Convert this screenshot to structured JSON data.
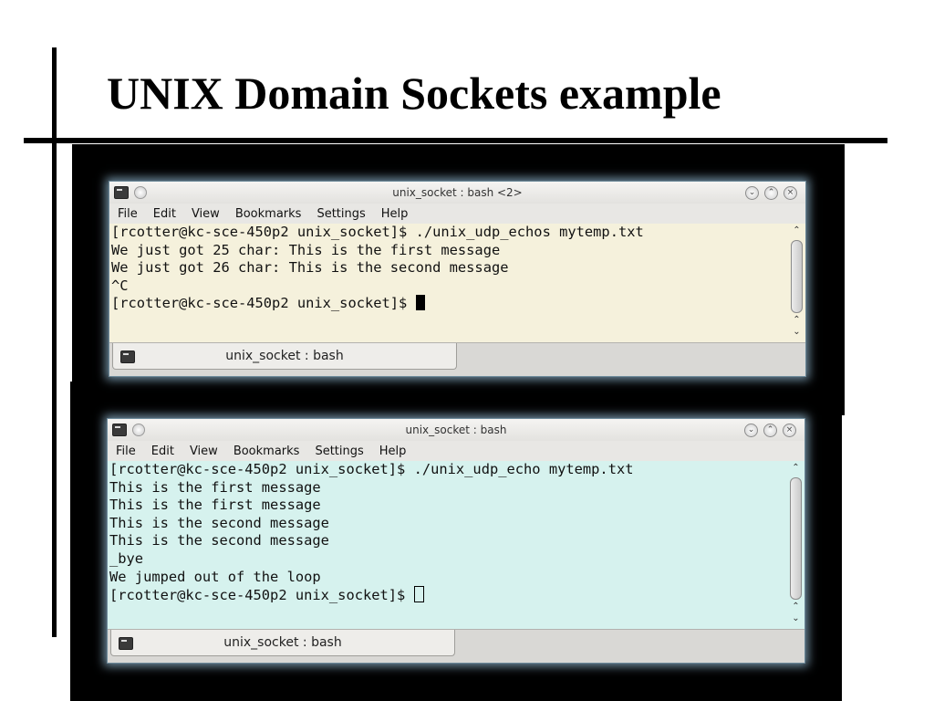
{
  "slide": {
    "title": "UNIX Domain Sockets example"
  },
  "windows": [
    {
      "title": "unix_socket : bash <2>",
      "menu": [
        "File",
        "Edit",
        "View",
        "Bookmarks",
        "Settings",
        "Help"
      ],
      "lines": [
        "[rcotter@kc-sce-450p2 unix_socket]$ ./unix_udp_echos mytemp.txt",
        "We just got 25 char: This is the first message",
        "We just got 26 char: This is the second message",
        "^C"
      ],
      "prompt": "[rcotter@kc-sce-450p2 unix_socket]$ ",
      "cursor": "block",
      "background": "#f5f1dc",
      "tab_label": "unix_socket : bash"
    },
    {
      "title": "unix_socket : bash",
      "menu": [
        "File",
        "Edit",
        "View",
        "Bookmarks",
        "Settings",
        "Help"
      ],
      "lines": [
        "[rcotter@kc-sce-450p2 unix_socket]$ ./unix_udp_echo mytemp.txt",
        "This is the first message",
        "This is the first message",
        "This is the second message",
        "This is the second message",
        "_bye",
        "We jumped out of the loop"
      ],
      "prompt": "[rcotter@kc-sce-450p2 unix_socket]$ ",
      "cursor": "hollow",
      "background": "#d6f2ee",
      "tab_label": "unix_socket : bash"
    }
  ],
  "icons": {
    "app": "terminal-icon",
    "pin": "pin-icon",
    "minimize": "minimize-icon",
    "maximize": "maximize-icon",
    "close": "close-icon",
    "scroll_up": "scroll-up-arrow-icon",
    "scroll_down": "scroll-down-arrow-icon"
  }
}
